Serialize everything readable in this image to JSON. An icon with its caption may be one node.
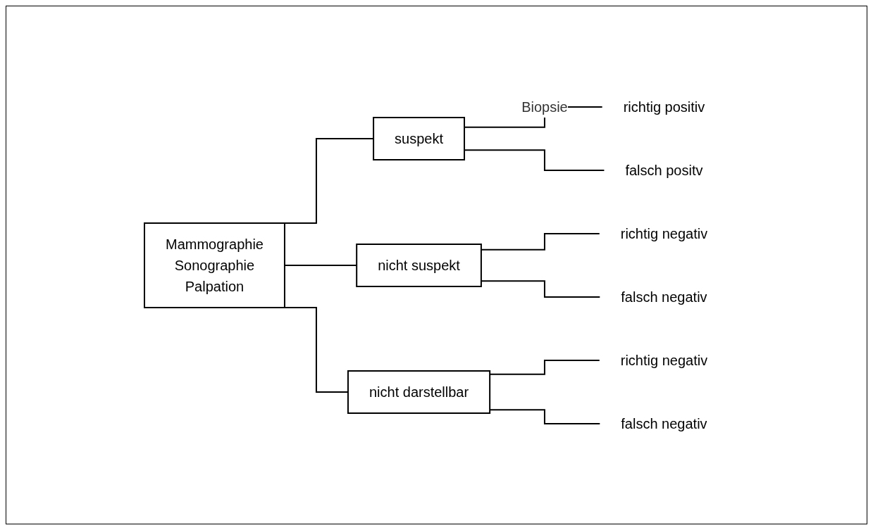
{
  "diagram": {
    "nodes": [
      {
        "text": [
          "Mammographie",
          "Sonographie",
          "Palpation"
        ]
      },
      {
        "text": [
          "suspekt"
        ]
      },
      {
        "text": [
          "nicht suspekt"
        ]
      },
      {
        "text": [
          "nicht darstellbar"
        ]
      },
      {
        "text": [
          "richtig positiv"
        ]
      },
      {
        "text": [
          "falsch positv"
        ]
      },
      {
        "text": [
          "richtig negativ"
        ]
      },
      {
        "text": [
          "falsch negativ"
        ]
      },
      {
        "text": [
          "richtig negativ"
        ]
      },
      {
        "text": [
          "falsch negativ"
        ]
      }
    ],
    "edges": [
      {
        "from": 0,
        "to": 1,
        "arrow": "none"
      },
      {
        "from": 0,
        "to": 2,
        "arrow": "none"
      },
      {
        "from": 0,
        "to": 3,
        "arrow": "none"
      },
      {
        "from": 1,
        "to": 4,
        "arrow": "none",
        "label": "Biopsie"
      },
      {
        "from": 1,
        "to": 5,
        "arrow": "none"
      },
      {
        "from": 2,
        "to": 6,
        "arrow": "none"
      },
      {
        "from": 2,
        "to": 7,
        "arrow": "none"
      },
      {
        "from": 3,
        "to": 8,
        "arrow": "none"
      },
      {
        "from": 3,
        "to": 9,
        "arrow": "none"
      }
    ]
  }
}
